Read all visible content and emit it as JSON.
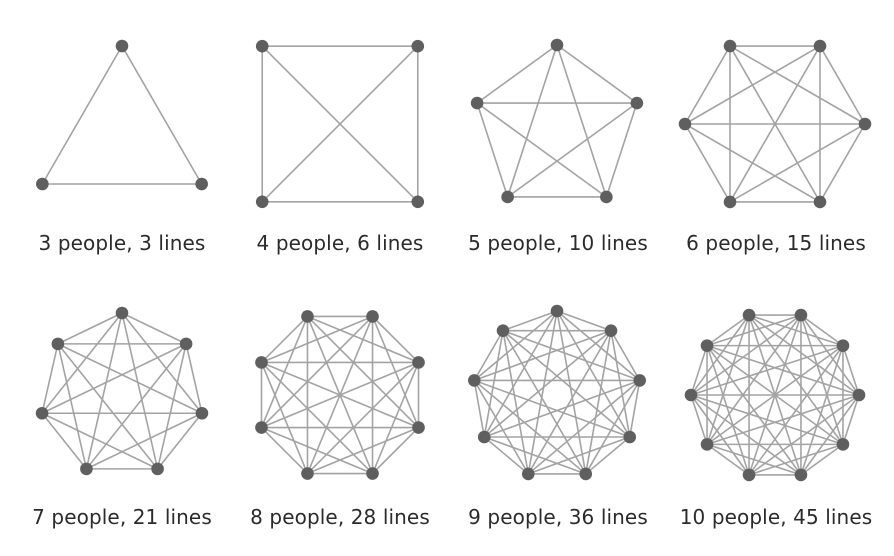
{
  "colors": {
    "line": "#a3a3a3",
    "node": "#5f5f5f",
    "background": "#ffffff",
    "text": "#2b2b2b"
  },
  "graphs": [
    {
      "people": 3,
      "lines": 3,
      "label": "3 people, 3 lines"
    },
    {
      "people": 4,
      "lines": 6,
      "label": "4 people, 6 lines"
    },
    {
      "people": 5,
      "lines": 10,
      "label": "5 people, 10 lines"
    },
    {
      "people": 6,
      "lines": 15,
      "label": "6 people, 15 lines"
    },
    {
      "people": 7,
      "lines": 21,
      "label": "7 people, 21 lines"
    },
    {
      "people": 8,
      "lines": 28,
      "label": "8 people, 28 lines"
    },
    {
      "people": 9,
      "lines": 36,
      "label": "9 people, 36 lines"
    },
    {
      "people": 10,
      "lines": 45,
      "label": "10 people, 45 lines"
    }
  ]
}
